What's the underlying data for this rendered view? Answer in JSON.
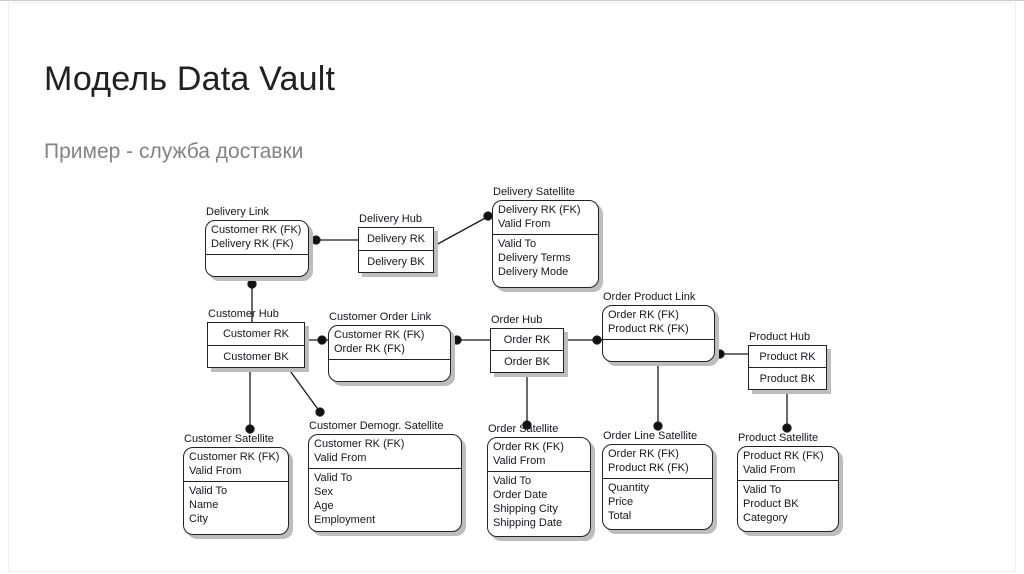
{
  "slide": {
    "title": "Модель Data Vault",
    "subtitle": "Пример - служба доставки"
  },
  "colors": {
    "title_text": "#212121",
    "subtitle_text": "#848484",
    "entity_text": "#16161f",
    "entity_border": "#222222",
    "shadow": "#bdbdbd",
    "connector": "#1a1a1a"
  },
  "diagram": {
    "entities": {
      "delivery_link": {
        "title": "Delivery Link",
        "type": "link",
        "top": [
          "Customer RK (FK)",
          "Delivery RK (FK)"
        ],
        "bottom": []
      },
      "delivery_hub": {
        "title": "Delivery Hub",
        "type": "hub",
        "rows": [
          "Delivery RK",
          "Delivery BK"
        ]
      },
      "delivery_satellite": {
        "title": "Delivery Satellite",
        "type": "satellite",
        "top": [
          "Delivery RK (FK)",
          "Valid From"
        ],
        "bottom": [
          "Valid To",
          "Delivery Terms",
          "Delivery Mode"
        ]
      },
      "customer_hub": {
        "title": "Customer Hub",
        "type": "hub",
        "rows": [
          "Customer RK",
          "Customer BK"
        ]
      },
      "customer_order_link": {
        "title": "Customer Order Link",
        "type": "link",
        "top": [
          "Customer RK (FK)",
          "Order RK (FK)"
        ],
        "bottom": []
      },
      "order_hub": {
        "title": "Order Hub",
        "type": "hub",
        "rows": [
          "Order RK",
          "Order BK"
        ]
      },
      "order_product_link": {
        "title": "Order Product Link",
        "type": "link",
        "top": [
          "Order RK (FK)",
          "Product RK (FK)"
        ],
        "bottom": []
      },
      "product_hub": {
        "title": "Product Hub",
        "type": "hub",
        "rows": [
          "Product RK",
          "Product BK"
        ]
      },
      "customer_satellite": {
        "title": "Customer Satellite",
        "type": "satellite",
        "top": [
          "Customer RK (FK)",
          "Valid From"
        ],
        "bottom": [
          "Valid To",
          "Name",
          "City"
        ]
      },
      "customer_demogr_satellite": {
        "title": "Customer Demogr. Satellite",
        "type": "satellite",
        "top": [
          "Customer RK (FK)",
          "Valid From"
        ],
        "bottom": [
          "Valid To",
          "Sex",
          "Age",
          "Employment"
        ]
      },
      "order_satellite": {
        "title": "Order Satellite",
        "type": "satellite",
        "top": [
          "Order RK (FK)",
          "Valid From"
        ],
        "bottom": [
          "Valid To",
          "Order Date",
          "Shipping City",
          "Shipping Date"
        ]
      },
      "order_line_satellite": {
        "title": "Order Line Satellite",
        "type": "satellite",
        "top": [
          "Order RK (FK)",
          "Product RK (FK)"
        ],
        "bottom": [
          "Quantity",
          "Price",
          "Total"
        ]
      },
      "product_satellite": {
        "title": "Product Satellite",
        "type": "satellite",
        "top": [
          "Product RK (FK)",
          "Valid From"
        ],
        "bottom": [
          "Valid To",
          "Product BK",
          "Category"
        ]
      }
    }
  }
}
